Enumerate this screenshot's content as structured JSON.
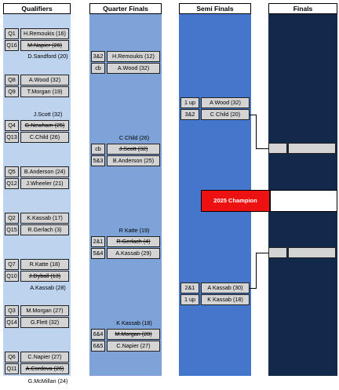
{
  "headers": {
    "q": "Qualifiers",
    "qf": "Quarter Finals",
    "sf": "Semi Finals",
    "f": "Finals"
  },
  "qualifiers": {
    "m1": {
      "s1": "Q1",
      "p1": "H.Remoukis (16)",
      "s2": "Q16",
      "p2": "M.Napier (26)",
      "winner": "D.Sandford (20)"
    },
    "m2": {
      "s1": "Q8",
      "p1": "A.Wood (32)",
      "s2": "Q9",
      "p2": "T.Morgan (19)",
      "winner": "J.Scott (32)"
    },
    "m3": {
      "s1": "Q4",
      "p1": "G.Newham (25)",
      "s2": "Q13",
      "p2": "C.Child (26)"
    },
    "m4": {
      "s1": "Q5",
      "p1": "B.Anderson (24)",
      "s2": "Q12",
      "p2": "J.Wheeler (21)"
    },
    "m5": {
      "s1": "Q2",
      "p1": "K.Kassab (17)",
      "s2": "Q15",
      "p2": "R.Gerlach (3)"
    },
    "m6": {
      "s1": "Q7",
      "p1": "R.Katte (18)",
      "s2": "Q10",
      "p2": "J.Dyball (13)",
      "winner": "A.Kassab (28)"
    },
    "m7": {
      "s1": "Q3",
      "p1": "M.Morgan (27)",
      "s2": "Q14",
      "p2": "G.Flett (32)"
    },
    "m8": {
      "s1": "Q6",
      "p1": "C.Napier (27)",
      "s2": "Q11",
      "p2": "A.Cordova (26)",
      "winner": "G.McMillan (24)"
    }
  },
  "quarters": {
    "m1": {
      "r1": "3&2",
      "p1": "H.Remoukis (12)",
      "r2": "cb",
      "p2": "A.Wood (32)"
    },
    "m2": {
      "label": "C Child (26)",
      "r1": "cb",
      "p1": "J.Scott (32)",
      "r2": "5&3",
      "p2": "B.Anderson (25)"
    },
    "m3": {
      "label": "R Katte (19)",
      "r1": "2&1",
      "p1": "R.Gerlach (4)",
      "r2": "5&4",
      "p2": "A.Kassab (29)"
    },
    "m4": {
      "label": "K Kassab (18)",
      "r1": "6&4",
      "p1": "M.Morgan (28)",
      "r2": "6&5",
      "p2": "C.Napier (27)"
    }
  },
  "semis": {
    "m1": {
      "r1": "1 up",
      "p1": "A Wood (32)",
      "r2": "3&2",
      "p2": "C Child (20)"
    },
    "m2": {
      "r1": "2&1",
      "p1": "A Kassab (30)",
      "r2": "1 up",
      "p2": "K Kassab (18)"
    }
  },
  "finals": {
    "champion_label": "2025 Champion",
    "champion": ""
  }
}
